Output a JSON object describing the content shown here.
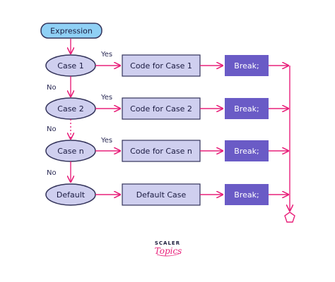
{
  "expression_label": "Expression",
  "rows": [
    {
      "case_label": "Case 1",
      "yes_label": "Yes",
      "code_label": "Code for Case 1",
      "break_label": "Break;"
    },
    {
      "case_label": "Case 2",
      "yes_label": "Yes",
      "code_label": "Code for Case 2",
      "break_label": "Break;"
    },
    {
      "case_label": "Case n",
      "yes_label": "Yes",
      "code_label": "Code for Case n",
      "break_label": "Break;"
    },
    {
      "case_label": "Default",
      "yes_label": "",
      "code_label": "Default Case",
      "break_label": "Break;"
    }
  ],
  "no_labels": [
    "No",
    "No",
    "No"
  ],
  "logo": {
    "line1": "SCALER",
    "line2": "Topics"
  },
  "colors": {
    "arrow": "#e8207a",
    "ellipse_fill": "#cfcfef",
    "ellipse_stroke": "#33335a",
    "code_box_fill": "#cfcfef",
    "break_box_fill": "#6a5bc6",
    "expression_fill": "#8fd0f5"
  }
}
